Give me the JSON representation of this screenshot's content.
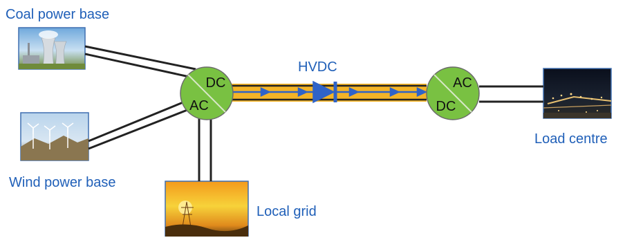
{
  "labels": {
    "coal": "Coal power base",
    "wind": "Wind power base",
    "local": "Local grid",
    "load": "Load centre",
    "hvdc": "HVDC"
  },
  "converter_left": {
    "top": "DC",
    "bottom": "AC"
  },
  "converter_right": {
    "top": "AC",
    "bottom": "DC"
  },
  "colors": {
    "label_blue": "#1f5fb8",
    "converter_green": "#79c142",
    "hvdc_band": "#f4b427",
    "arrow_blue": "#2f63c8",
    "line": "#222222"
  },
  "icons": [
    "coal-plant-image",
    "wind-farm-image",
    "sunset-transmission-image",
    "night-city-image",
    "diode-symbol"
  ]
}
